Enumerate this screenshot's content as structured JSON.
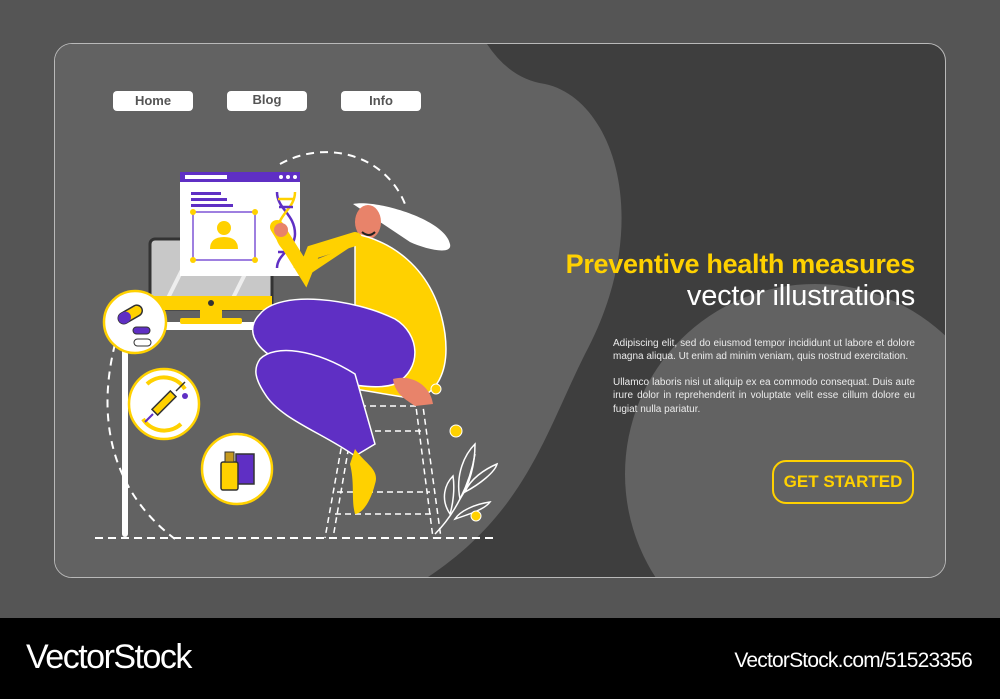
{
  "nav": {
    "items": [
      {
        "label": "Home"
      },
      {
        "label": "Blog"
      },
      {
        "label": "Info"
      }
    ]
  },
  "hero": {
    "title_line1": "Preventive health measures",
    "title_line2": "vector illustrations",
    "paragraphs": [
      "Adipiscing elit, sed do eiusmod tempor incididunt ut labore et dolore magna aliqua. Ut enim ad minim veniam, quis nostrud exercitation.",
      "Ullamco laboris nisi ut aliquip ex ea commodo consequat. Duis aute irure dolor in reprehenderit in voluptate velit esse cillum dolore eu fugiat nulla pariatur."
    ],
    "cta_label": "GET STARTED"
  },
  "illustration": {
    "subject": "woman sitting on stool pointing at DNA on browser window",
    "icons": [
      "pills-icon",
      "syringe-icon",
      "dropper-bottle-icon",
      "monitor-icon",
      "dna-icon",
      "user-profile-icon",
      "plant-branch-icon"
    ]
  },
  "colors": {
    "page_bg": "#555555",
    "card_bg_dark": "#3e3e3e",
    "card_bg_light": "#626262",
    "accent_yellow": "#ffd100",
    "accent_purple": "#5f2fc4",
    "skin": "#e8836a",
    "white": "#ffffff"
  },
  "footer": {
    "brand": "VectorStock",
    "reference": "VectorStock.com/51523356"
  }
}
